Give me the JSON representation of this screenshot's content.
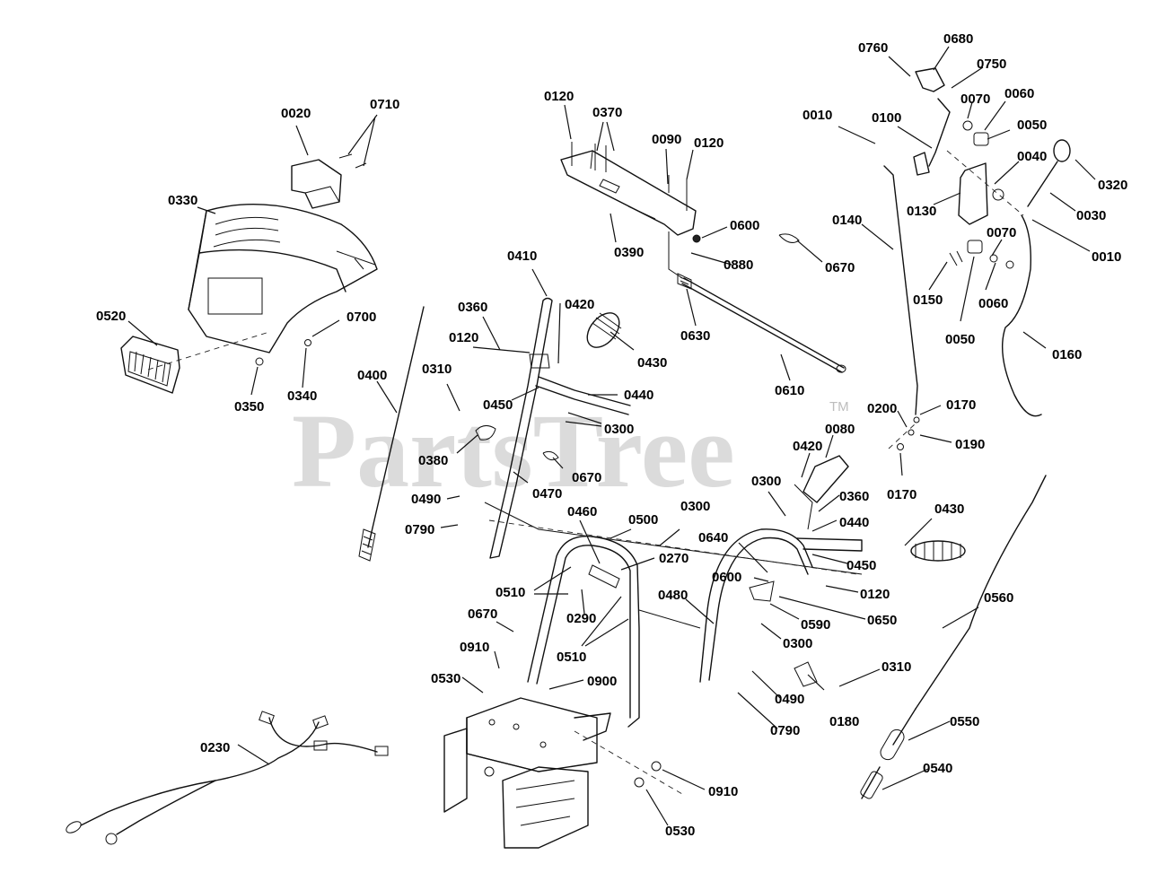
{
  "watermark": {
    "text": "PartsTree",
    "trademark": "TM"
  },
  "colors": {
    "watermark": "#bdbdbd",
    "line": "#111111",
    "background": "#ffffff"
  },
  "labels": [
    {
      "id": "l0020",
      "text": "0020"
    },
    {
      "id": "l0710",
      "text": "0710"
    },
    {
      "id": "l0330",
      "text": "0330"
    },
    {
      "id": "l0520",
      "text": "0520"
    },
    {
      "id": "l0700",
      "text": "0700"
    },
    {
      "id": "l0350",
      "text": "0350"
    },
    {
      "id": "l0340",
      "text": "0340"
    },
    {
      "id": "l0400",
      "text": "0400"
    },
    {
      "id": "l0120a",
      "text": "0120"
    },
    {
      "id": "l0370",
      "text": "0370"
    },
    {
      "id": "l0090",
      "text": "0090"
    },
    {
      "id": "l0120b",
      "text": "0120"
    },
    {
      "id": "l0600a",
      "text": "0600"
    },
    {
      "id": "l0390",
      "text": "0390"
    },
    {
      "id": "l0880",
      "text": "0880"
    },
    {
      "id": "l0630",
      "text": "0630"
    },
    {
      "id": "l0610",
      "text": "0610"
    },
    {
      "id": "l0670a",
      "text": "0670"
    },
    {
      "id": "l0760",
      "text": "0760"
    },
    {
      "id": "l0680",
      "text": "0680"
    },
    {
      "id": "l0750",
      "text": "0750"
    },
    {
      "id": "l0070a",
      "text": "0070"
    },
    {
      "id": "l0060a",
      "text": "0060"
    },
    {
      "id": "l0010a",
      "text": "0010"
    },
    {
      "id": "l0100",
      "text": "0100"
    },
    {
      "id": "l0050a",
      "text": "0050"
    },
    {
      "id": "l0040",
      "text": "0040"
    },
    {
      "id": "l0320",
      "text": "0320"
    },
    {
      "id": "l0130",
      "text": "0130"
    },
    {
      "id": "l0030",
      "text": "0030"
    },
    {
      "id": "l0140",
      "text": "0140"
    },
    {
      "id": "l0070b",
      "text": "0070"
    },
    {
      "id": "l0010b",
      "text": "0010"
    },
    {
      "id": "l0150",
      "text": "0150"
    },
    {
      "id": "l0060b",
      "text": "0060"
    },
    {
      "id": "l0050b",
      "text": "0050"
    },
    {
      "id": "l0160",
      "text": "0160"
    },
    {
      "id": "l0410",
      "text": "0410"
    },
    {
      "id": "l0360a",
      "text": "0360"
    },
    {
      "id": "l0420a",
      "text": "0420"
    },
    {
      "id": "l0120c",
      "text": "0120"
    },
    {
      "id": "l0430a",
      "text": "0430"
    },
    {
      "id": "l0310a",
      "text": "0310"
    },
    {
      "id": "l0450a",
      "text": "0450"
    },
    {
      "id": "l0440a",
      "text": "0440"
    },
    {
      "id": "l0300a",
      "text": "0300"
    },
    {
      "id": "l0380",
      "text": "0380"
    },
    {
      "id": "l0670b",
      "text": "0670"
    },
    {
      "id": "l0470",
      "text": "0470"
    },
    {
      "id": "l0490a",
      "text": "0490"
    },
    {
      "id": "l0790a",
      "text": "0790"
    },
    {
      "id": "l0170a",
      "text": "0170"
    },
    {
      "id": "l0200",
      "text": "0200"
    },
    {
      "id": "l0190",
      "text": "0190"
    },
    {
      "id": "l0170b",
      "text": "0170"
    },
    {
      "id": "l0080",
      "text": "0080"
    },
    {
      "id": "l0420b",
      "text": "0420"
    },
    {
      "id": "l0300b",
      "text": "0300"
    },
    {
      "id": "l0360b",
      "text": "0360"
    },
    {
      "id": "l0440b",
      "text": "0440"
    },
    {
      "id": "l0430b",
      "text": "0430"
    },
    {
      "id": "l0460",
      "text": "0460"
    },
    {
      "id": "l0500",
      "text": "0500"
    },
    {
      "id": "l0300c",
      "text": "0300"
    },
    {
      "id": "l0640",
      "text": "0640"
    },
    {
      "id": "l0450b",
      "text": "0450"
    },
    {
      "id": "l0510a",
      "text": "0510"
    },
    {
      "id": "l0270",
      "text": "0270"
    },
    {
      "id": "l0600b",
      "text": "0600"
    },
    {
      "id": "l0120d",
      "text": "0120"
    },
    {
      "id": "l0290",
      "text": "0290"
    },
    {
      "id": "l0480",
      "text": "0480"
    },
    {
      "id": "l0590",
      "text": "0590"
    },
    {
      "id": "l0650",
      "text": "0650"
    },
    {
      "id": "l0670c",
      "text": "0670"
    },
    {
      "id": "l0510b",
      "text": "0510"
    },
    {
      "id": "l0300d",
      "text": "0300"
    },
    {
      "id": "l0560",
      "text": "0560"
    },
    {
      "id": "l0910a",
      "text": "0910"
    },
    {
      "id": "l0530a",
      "text": "0530"
    },
    {
      "id": "l0900",
      "text": "0900"
    },
    {
      "id": "l0310b",
      "text": "0310"
    },
    {
      "id": "l0490b",
      "text": "0490"
    },
    {
      "id": "l0180",
      "text": "0180"
    },
    {
      "id": "l0790b",
      "text": "0790"
    },
    {
      "id": "l0230",
      "text": "0230"
    },
    {
      "id": "l0550",
      "text": "0550"
    },
    {
      "id": "l0540",
      "text": "0540"
    },
    {
      "id": "l0910b",
      "text": "0910"
    },
    {
      "id": "l0530b",
      "text": "0530"
    }
  ]
}
